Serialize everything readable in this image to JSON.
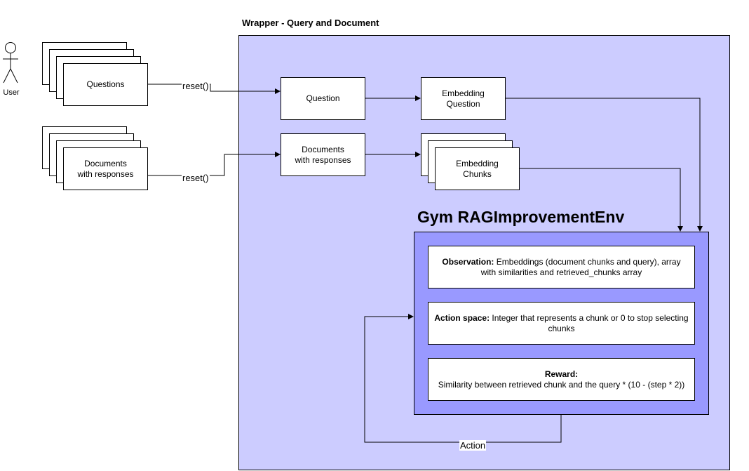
{
  "wrapper": {
    "title": "Wrapper - Query and Document"
  },
  "actor": {
    "label": "User"
  },
  "inputs": {
    "questions": "Questions",
    "documents_line1": "Documents",
    "documents_line2": "with responses"
  },
  "edges": {
    "reset_questions": "reset()",
    "reset_documents": "reset()",
    "action": "Action"
  },
  "nodes": {
    "question": "Question",
    "documents_line1": "Documents",
    "documents_line2": "with responses",
    "embedding_question_line1": "Embedding",
    "embedding_question_line2": "Question",
    "embedding_chunks_line1": "Embedding",
    "embedding_chunks_line2": "Chunks"
  },
  "env": {
    "title": "Gym RAGImprovementEnv",
    "observation_label": "Observation:",
    "observation_text": "Embeddings (document chunks and query), array with similarities and retrieved_chunks array",
    "action_label": "Action space:",
    "action_text": "Integer that represents a chunk or 0 to stop selecting chunks",
    "reward_label": "Reward:",
    "reward_text": "Similarity between retrieved chunk and the query * (10 - (step * 2))"
  },
  "colors": {
    "wrapper_fill": "#ccccff",
    "env_fill": "#9999ff",
    "stroke": "#000000",
    "box_fill": "#ffffff"
  }
}
